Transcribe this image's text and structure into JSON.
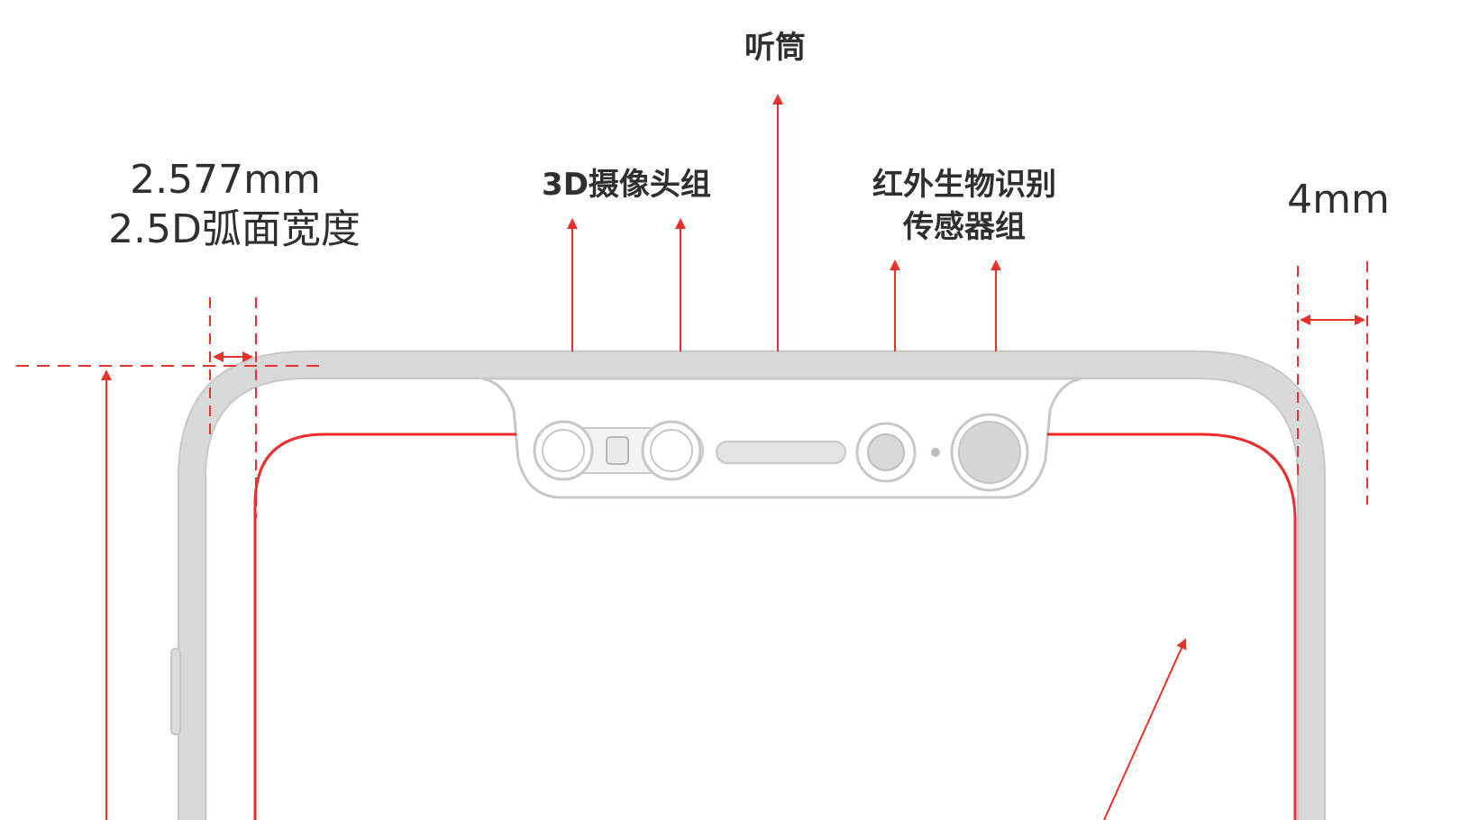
{
  "labels": {
    "earpiece": "听筒",
    "edge_width": "2.577mm",
    "edge_desc": "2.5D弧面宽度",
    "camera_group": "3D摄像头组",
    "ir_line1": "红外生物识别",
    "ir_line2": "传感器组",
    "bezel_width": "4mm"
  },
  "colors": {
    "annotation": "#e8322e",
    "frame": "#d9d9d9",
    "frame_stroke": "#c8c8c8",
    "screen_outline": "#ef2b2b",
    "label_text": "#2f2f2f"
  }
}
